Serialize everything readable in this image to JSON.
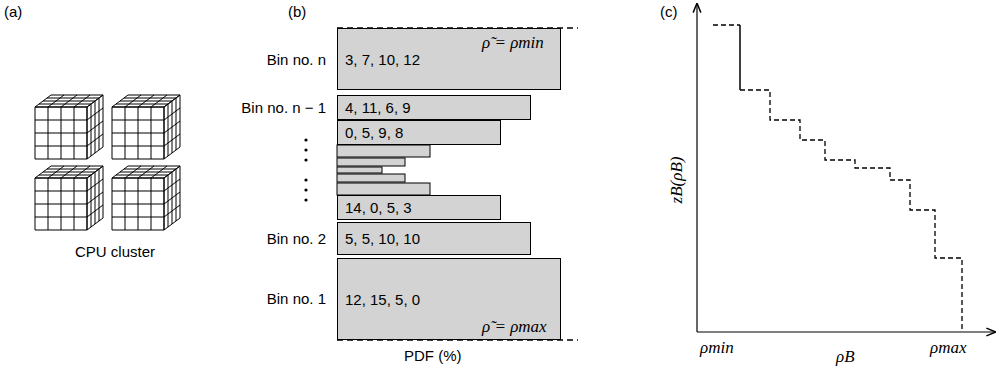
{
  "diagram": {
    "nodes": [
      {
        "text": [
          "3, 7, 10, 12"
        ]
      },
      {
        "text": [
          "4, 11, 6, 9"
        ]
      },
      {
        "text": [
          "0, 5, 9, 8"
        ]
      },
      {
        "text": [
          "14, 0, 5, 3"
        ]
      },
      {
        "text": [
          "5, 5, 10, 10"
        ]
      },
      {
        "text": [
          "12, 15, 5, 0"
        ]
      }
    ],
    "labels": [
      "(a)",
      "CPU cluster",
      "(b)",
      "Bin no. n",
      "Bin no. n − 1",
      "Bin no. 2",
      "Bin no. 1",
      "ρ̃ = ρmin",
      "ρ̃ = ρmax",
      "PDF (%)",
      "(c)",
      "zB(ρB)",
      "ρmin",
      "ρmax",
      "ρB"
    ]
  }
}
